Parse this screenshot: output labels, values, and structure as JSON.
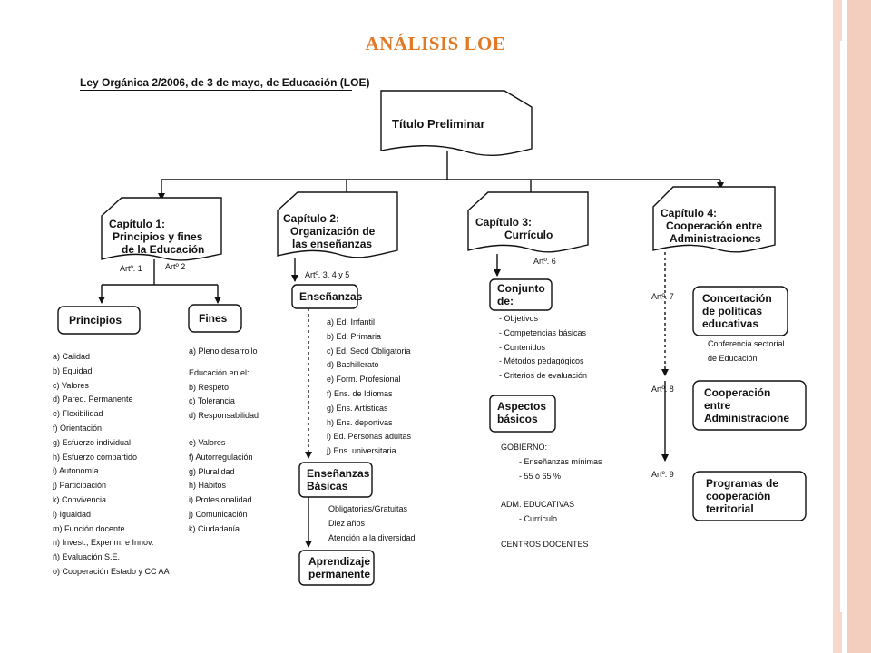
{
  "slide_title": "ANÁLISIS LOE",
  "doc_title": "Ley Orgánica 2/2006, de 3 de mayo, de Educación (LOE)",
  "titulo_preliminar": "Título Preliminar",
  "chapters": [
    {
      "line1": "Capítulo 1:",
      "line2": "Principios y fines",
      "line3": "de la Educación"
    },
    {
      "line1": "Capítulo 2:",
      "line2": "Organización de",
      "line3": "las enseñanzas"
    },
    {
      "line1": "Capítulo 3:",
      "line2": "Currículo"
    },
    {
      "line1": "Capítulo 4:",
      "line2": "Cooperación entre",
      "line3": "Administraciones"
    }
  ],
  "articles": {
    "a1": "Artº.  1",
    "a2": "Artº 2",
    "a345": "Artº. 3, 4 y 5",
    "a6": "Artº. 6",
    "a7": "Artº. 7",
    "a8": "Artº. 8",
    "a9": "Artº. 9"
  },
  "principios": {
    "label": "Principios",
    "items": [
      "a) Calidad",
      "b) Equidad",
      "c) Valores",
      "d) Pared. Permanente",
      "e) Flexibilidad",
      "f) Orientación",
      "g) Esfuerzo individual",
      "h) Esfuerzo compartido",
      "i) Autonomía",
      "j) Participación",
      "k) Convivencia",
      "l) Igualdad",
      "m) Función docente",
      "n) Invest., Experim. e Innov.",
      "ñ) Evaluación S.E.",
      "o) Cooperación Estado y CC AA"
    ]
  },
  "fines": {
    "label": "Fines",
    "first": "a) Pleno desarrollo",
    "intro": "Educación en el:",
    "group1": [
      "b) Respeto",
      "c) Tolerancia",
      "d) Responsabilidad"
    ],
    "group2": [
      "e) Valores",
      "f) Autorregulación",
      "g) Pluralidad",
      "h) Hábitos",
      "i) Profesionalidad",
      "j) Comunicación",
      "k) Ciudadanía"
    ]
  },
  "ensenanzas": {
    "label": "Enseñanzas",
    "items": [
      "a) Ed. Infantil",
      "b) Ed. Primaria",
      "c) Ed. Secd Obligatoria",
      "d) Bachillerato",
      "e) Form. Profesional",
      "f) Ens. de Idiomas",
      "g) Ens. Artísticas",
      "h) Ens. deportivas",
      "i) Ed. Personas adultas",
      "j) Ens. universitaria"
    ]
  },
  "basicas": {
    "line1": "Enseñanzas",
    "line2": "Básicas",
    "items": [
      "Obligatorias/Gratuitas",
      "Diez años",
      "Atención a la diversidad"
    ]
  },
  "aprendizaje": {
    "line1": "Aprendizaje",
    "line2": "permanente"
  },
  "conjunto": {
    "line1": "Conjunto",
    "line2": "de:",
    "items": [
      "- Objetivos",
      "- Competencias básicas",
      "- Contenidos",
      "- Métodos pedagógicos",
      "- Criterios de evaluación"
    ]
  },
  "aspectos": {
    "line1": "Aspectos",
    "line2": "básicos",
    "gobierno": "GOBIERNO:",
    "gob_items": [
      "- Enseñanzas mínimas",
      "- 55 ó 65 %"
    ],
    "adm": "ADM. EDUCATIVAS",
    "adm_items": [
      "- Currículo"
    ],
    "centros": "CENTROS DOCENTES"
  },
  "concertacion": {
    "line1": "Concertación",
    "line2": "de políticas",
    "line3": "educativas",
    "note1": "Conferencia sectorial",
    "note2": "de Educación"
  },
  "cooperacion": {
    "line1": "Cooperación",
    "line2": "entre",
    "line3": "Administracione"
  },
  "programas": {
    "line1": "Programas de",
    "line2": "cooperación",
    "line3": "territorial"
  }
}
